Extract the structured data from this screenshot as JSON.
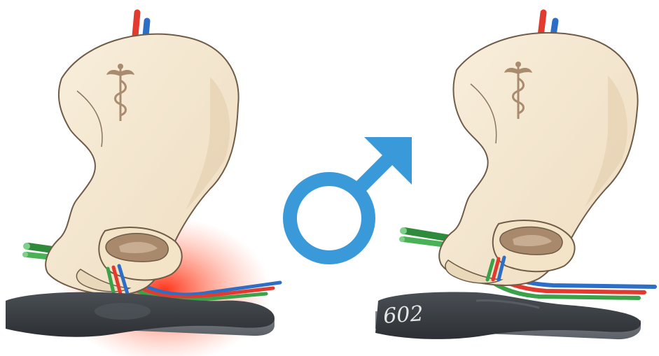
{
  "panels": [
    {
      "side": "left",
      "saddle_marking": ""
    },
    {
      "side": "right",
      "saddle_marking": "602"
    }
  ],
  "symbol": "male-symbol",
  "colors": {
    "bone": "#f6ead0",
    "bone_shadow": "#e7d2b4",
    "bone_outline": "#6f5c48",
    "sacrum": "#bfa48a",
    "artery": "#e23a2e",
    "vein": "#2d6fc6",
    "nerve": "#3ca24a",
    "saddle": "#3b3f44",
    "saddle_base": "#6f747b",
    "pressure": "#ff2a10",
    "male_symbol": "#3a9ad9"
  }
}
